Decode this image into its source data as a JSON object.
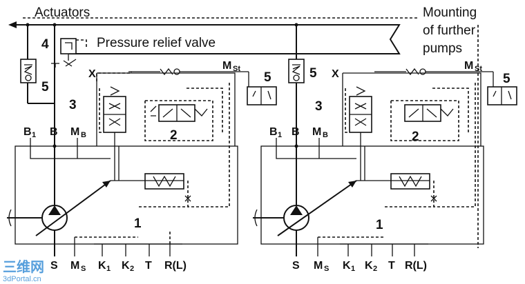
{
  "labels": {
    "actuators": "Actuators",
    "pressure_relief_valve": "Pressure relief valve",
    "mounting_line1": "Mounting",
    "mounting_line2": "of further",
    "mounting_line3": "pumps"
  },
  "callouts": {
    "one": "1",
    "two": "2",
    "three": "3",
    "four": "4",
    "five": "5"
  },
  "ports": {
    "x": "X",
    "b": "B",
    "b1_main": "B",
    "b1_sub": "1",
    "mb_main": "M",
    "mb_sub": "B",
    "mst_main": "M",
    "mst_sub": "St",
    "s": "S",
    "ms_main": "M",
    "ms_sub": "S",
    "k1_main": "K",
    "k1_sub": "1",
    "k2_main": "K",
    "k2_sub": "2",
    "t": "T",
    "rl": "R(L)"
  },
  "watermark": {
    "logo": "三维网",
    "site": "3dPortal.cn"
  }
}
